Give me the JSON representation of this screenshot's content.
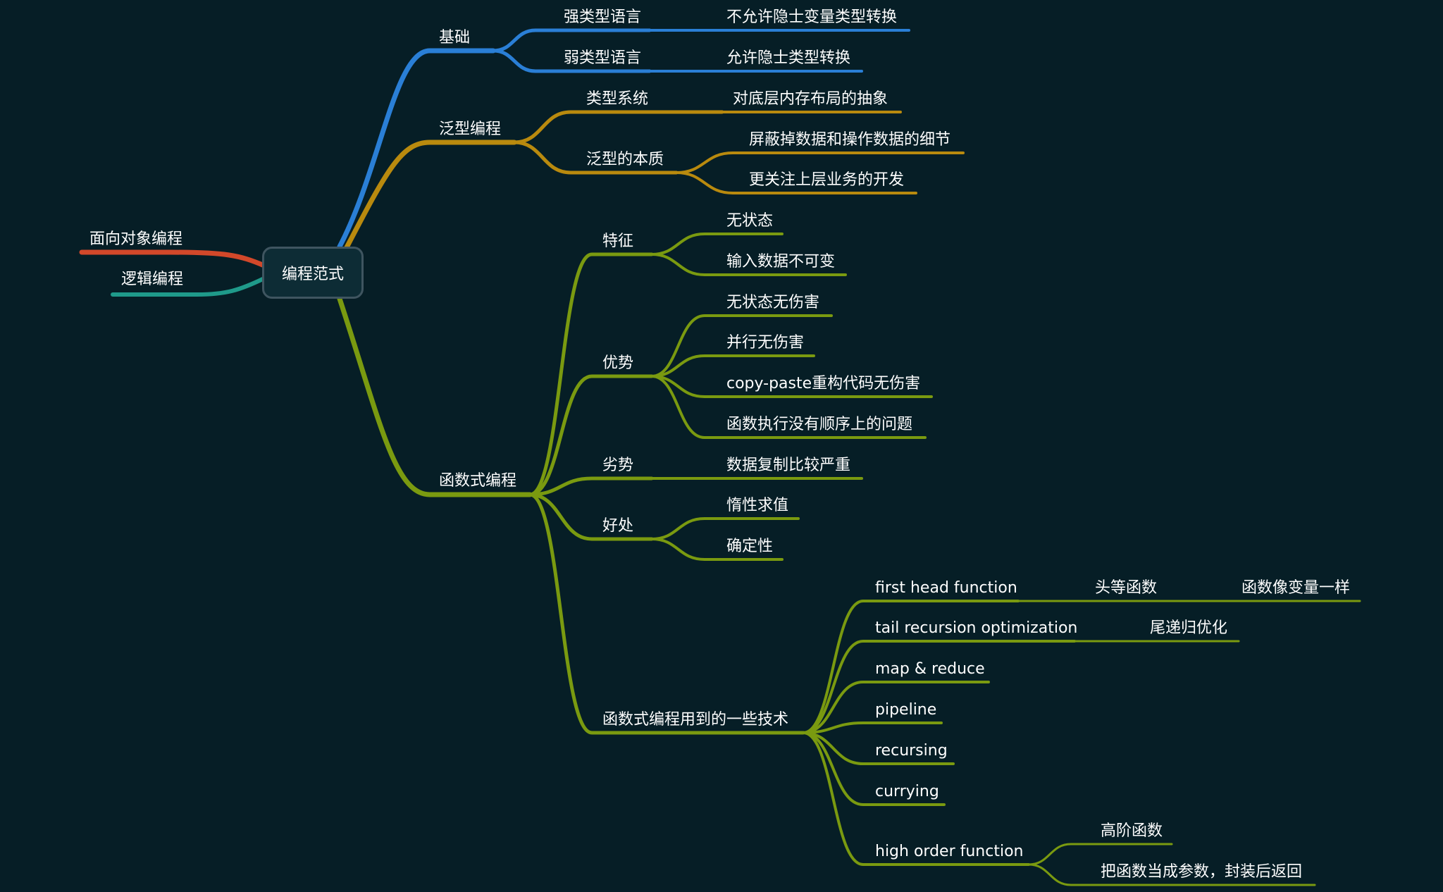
{
  "colors": {
    "background": "#061e26",
    "blue": "#2a7fd6",
    "amber": "#b98a0e",
    "green": "#7a9a10",
    "red": "#d2482a",
    "teal": "#1f9a8a"
  },
  "root": {
    "label": "编程范式"
  },
  "left": {
    "oop": "面向对象编程",
    "logic": "逻辑编程"
  },
  "basics": {
    "label": "基础",
    "strong": {
      "label": "强类型语言",
      "note": "不允许隐士变量类型转换"
    },
    "weak": {
      "label": "弱类型语言",
      "note": "允许隐士类型转换"
    }
  },
  "generic": {
    "label": "泛型编程",
    "type_system": {
      "label": "类型系统",
      "note": "对底层内存布局的抽象"
    },
    "essence": {
      "label": "泛型的本质",
      "items": [
        "屏蔽掉数据和操作数据的细节",
        "更关注上层业务的开发"
      ]
    }
  },
  "functional": {
    "label": "函数式编程",
    "features": {
      "label": "特征",
      "items": [
        "无状态",
        "输入数据不可变"
      ]
    },
    "advantages": {
      "label": "优势",
      "items": [
        "无状态无伤害",
        "并行无伤害",
        "copy-paste重构代码无伤害",
        "函数执行没有顺序上的问题"
      ]
    },
    "disadvantages": {
      "label": "劣势",
      "items": [
        "数据复制比较严重"
      ]
    },
    "benefits": {
      "label": "好处",
      "items": [
        "惰性求值",
        "确定性"
      ]
    },
    "techniques": {
      "label": "函数式编程用到的一些技术",
      "first_head": {
        "label": "first head function",
        "sub": "头等函数",
        "sub2": "函数像变量一样"
      },
      "tail_recursion": {
        "label": "tail recursion optimization",
        "sub": "尾递归优化"
      },
      "map_reduce": "map & reduce",
      "pipeline": "pipeline",
      "recursing": "recursing",
      "currying": "currying",
      "high_order": {
        "label": "high order function",
        "items": [
          "高阶函数",
          "把函数当成参数，封装后返回"
        ]
      }
    }
  }
}
